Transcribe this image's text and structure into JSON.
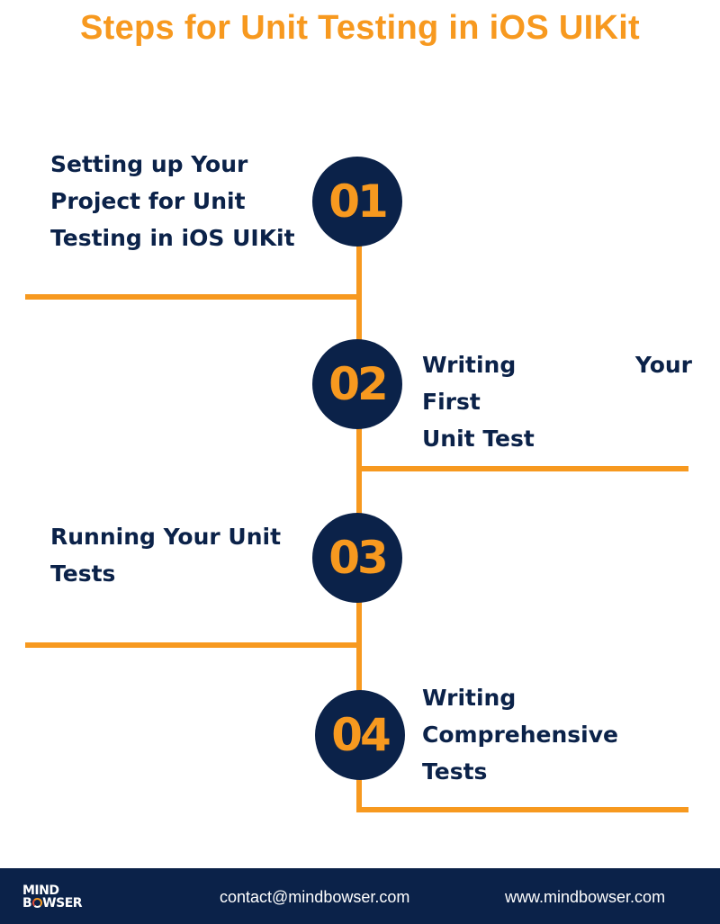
{
  "title": "Steps for Unit Testing in iOS UIKit",
  "colors": {
    "accent": "#F7991F",
    "navy": "#0B2249",
    "background": "#FFFFFF"
  },
  "steps": [
    {
      "number": "01",
      "label_lines": [
        "Setting up Your",
        "Project for Unit",
        "Testing in iOS UIKit"
      ],
      "side": "left"
    },
    {
      "number": "02",
      "label_lines": [
        "Writing Your First",
        "Unit Test"
      ],
      "side": "right"
    },
    {
      "number": "03",
      "label_lines": [
        "Running Your Unit",
        "Tests"
      ],
      "side": "left"
    },
    {
      "number": "04",
      "label_lines": [
        "Writing",
        "Comprehensive",
        "Tests"
      ],
      "side": "right"
    }
  ],
  "footer": {
    "logo_line1": "MIND",
    "logo_line2_prefix": "B",
    "logo_line2_suffix": "WSER",
    "email": "contact@mindbowser.com",
    "website": "www.mindbowser.com"
  }
}
